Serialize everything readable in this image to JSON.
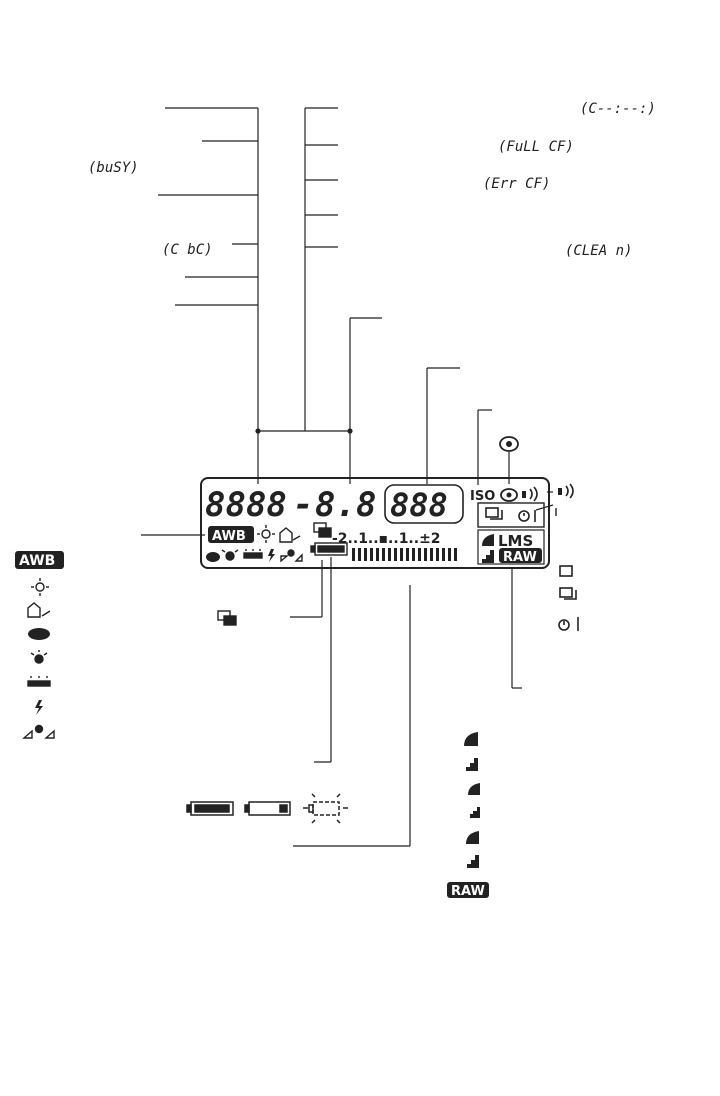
{
  "codes": {
    "card_error": "(C--:--:)",
    "full_cf": "(FuLL CF)",
    "busy": "(buSY)",
    "err_cf": "(Err CF)",
    "cbc": "(C bC)",
    "clear": "(CLEA n)"
  },
  "lcd": {
    "shutter_digits": "8888",
    "dash": "-",
    "aperture_digits": "8.8",
    "shots_digits": "888",
    "iso_label": "ISO",
    "wb_label": "AWB",
    "exposure_scale": "-2..1..▪..1..±2",
    "quality_sizes": "LMS",
    "raw_label": "RAW"
  },
  "wb_column": {
    "awb_label": "AWB"
  },
  "quality_column": {
    "raw_label": "RAW"
  },
  "icons": {
    "white_balance": [
      "awb",
      "daylight-icon",
      "shade-icon",
      "cloudy-icon",
      "tungsten-icon",
      "fluorescent-icon",
      "flash-icon",
      "custom-wb-icon"
    ],
    "drive": [
      "single-shot-icon",
      "continuous-icon",
      "self-timer-icon"
    ],
    "quality": [
      "large-fine-icon",
      "large-normal-icon",
      "medium-fine-icon",
      "medium-normal-icon",
      "small-fine-icon",
      "small-normal-icon",
      "raw"
    ],
    "battery": [
      "battery-full-icon",
      "battery-low-icon",
      "battery-exhausted-icon"
    ]
  },
  "colors": {
    "ink": "#1a1a1a",
    "background": "#ffffff"
  }
}
